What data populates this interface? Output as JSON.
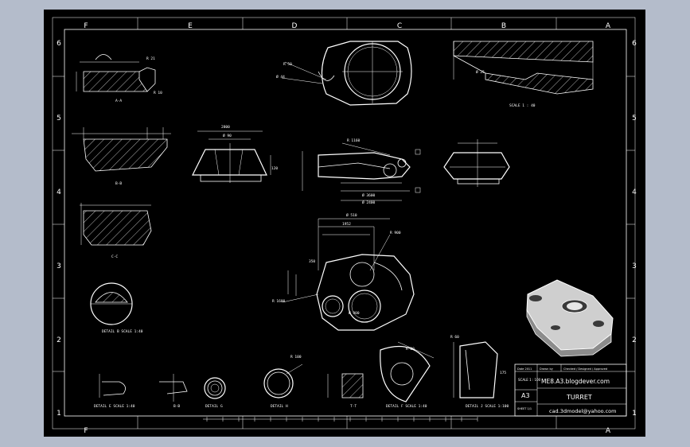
{
  "drawing": {
    "columns_top": [
      "F",
      "E",
      "D",
      "C",
      "B",
      "A"
    ],
    "columns_bottom": [
      "F",
      "A"
    ],
    "rows": [
      "6",
      "5",
      "4",
      "3",
      "2",
      "1"
    ],
    "title_block": {
      "header_1": "Date 2011",
      "header_2": "Drawn by",
      "header_3": "Checked / Designed / Approved",
      "scale_label": "SCALE 1 : 100",
      "sheet_size": "A3",
      "sheet_label": "SHEET 1/1",
      "source": "ME8.A3.blogdever.com",
      "title": "TURRET",
      "email": "cad.3dmodel@yahoo.com"
    },
    "view_labels": {
      "section_aa": "A-A",
      "section_bb": "B-B",
      "section_cc": "C-C",
      "scale_top_right": "SCALE 1 : 40",
      "detail_circle_left": "DETAIL B SCALE 1:40",
      "detail_1": "DETAIL E SCALE 1:40",
      "detail_2": "B-B",
      "detail_3": "DETAIL G",
      "detail_4": "DETAIL H",
      "detail_5": "T-T",
      "detail_6": "DETAIL F SCALE 1:40",
      "detail_7": "DETAIL J SCALE 1:100"
    },
    "dimensions": {
      "d1": "R 21",
      "d2": "R 10",
      "d3": "R 50",
      "d4": "Ø 44",
      "d5": "Ø 25",
      "d6": "2800",
      "d7": "Ø 90",
      "d8": "120",
      "d9": "R 1160",
      "d10": "Ø 3600",
      "d11": "Ø 2400",
      "d12": "Ø 510",
      "d13": "1952",
      "d14": "R 900",
      "d15": "350",
      "d16": "R 1600",
      "d17": "Ø 900",
      "d18": "R 100",
      "d19": "R 20",
      "d20": "R 60",
      "d21": "175"
    }
  }
}
